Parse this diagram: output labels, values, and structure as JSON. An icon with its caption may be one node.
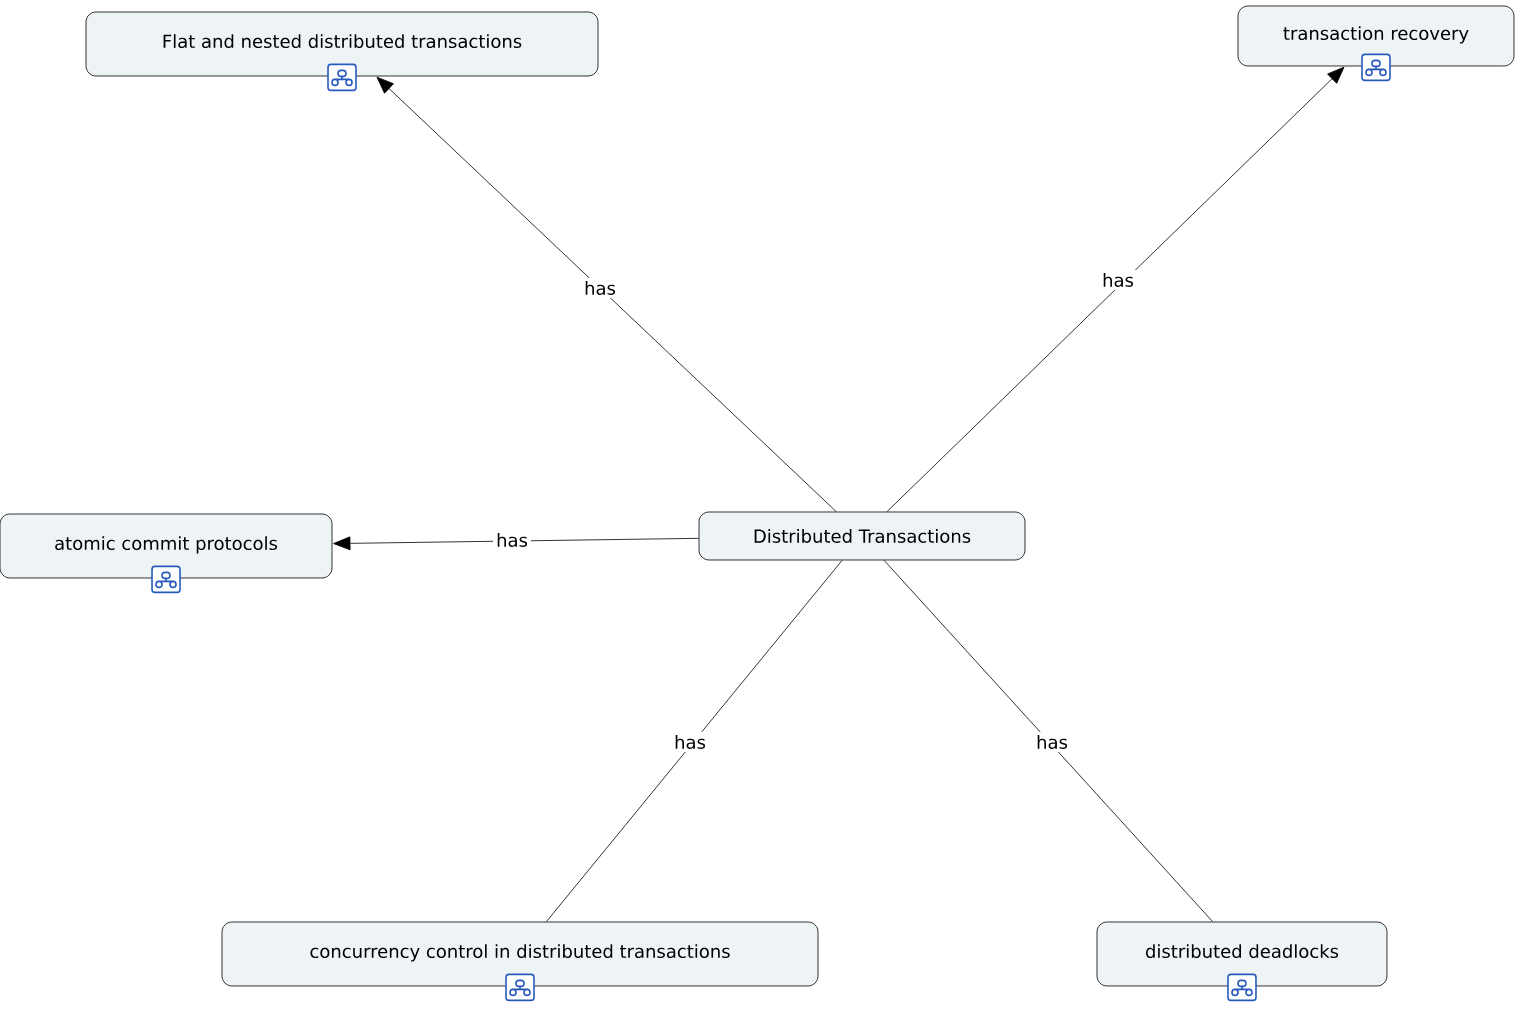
{
  "diagram": {
    "nodes": [
      {
        "text": [
          "Distributed Transactions"
        ]
      },
      {
        "text": [
          "Flat and nested distributed transactions"
        ]
      },
      {
        "text": [
          "transaction recovery"
        ]
      },
      {
        "text": [
          "atomic commit protocols"
        ]
      },
      {
        "text": [
          "concurrency control in distributed transactions"
        ]
      },
      {
        "text": [
          "distributed deadlocks"
        ]
      }
    ],
    "edges": [
      {
        "from": 0,
        "to": 1,
        "arrow": "to",
        "label": "has"
      },
      {
        "from": 0,
        "to": 2,
        "arrow": "to",
        "label": "has"
      },
      {
        "from": 0,
        "to": 3,
        "arrow": "to",
        "label": "has"
      },
      {
        "from": 0,
        "to": 4,
        "arrow": "none",
        "label": "has"
      },
      {
        "from": 0,
        "to": 5,
        "arrow": "none",
        "label": "has"
      }
    ]
  }
}
